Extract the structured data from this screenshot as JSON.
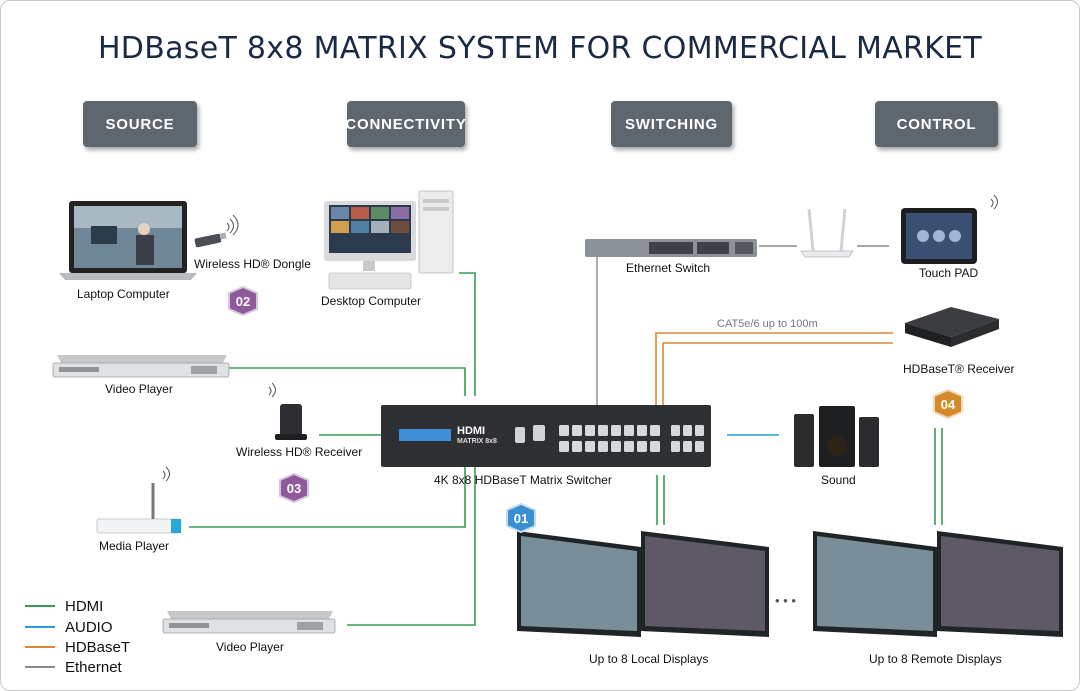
{
  "title": "HDBaseT 8x8 MATRIX SYSTEM FOR COMMERCIAL MARKET",
  "categories": [
    "SOURCE",
    "CONNECTIVITY",
    "SWITCHING",
    "CONTROL"
  ],
  "devices": {
    "laptop": "Laptop Computer",
    "dongle": "Wireless HD® Dongle",
    "desktop": "Desktop Computer",
    "video_player_1": "Video Player",
    "wireless_receiver": "Wireless HD® Receiver",
    "media_player": "Media Player",
    "video_player_2": "Video Player",
    "ethernet_switch": "Ethernet Switch",
    "touch_pad": "Touch PAD",
    "hdbaset_receiver": "HDBaseT® Receiver",
    "matrix_switcher": "4K 8x8 HDBaseT Matrix Switcher",
    "sound": "Sound",
    "local_displays": "Up to 8 Local Displays",
    "remote_displays": "Up to 8 Remote Displays"
  },
  "matrix_brand": "HDMI",
  "matrix_model": "MATRIX 8x8",
  "cable_note": "CAT5e/6 up to 100m",
  "badges": [
    "01",
    "02",
    "03",
    "04"
  ],
  "legend": [
    {
      "label": "HDMI",
      "color": "#3a9a55"
    },
    {
      "label": "AUDIO",
      "color": "#2a9bd0"
    },
    {
      "label": "HDBaseT",
      "color": "#d98a3a"
    },
    {
      "label": "Ethernet",
      "color": "#8a8a8a"
    }
  ],
  "ellipsis": "• • •",
  "colors": {
    "category_bg": "#5e666e",
    "badge_purple": "#8e5a9c",
    "badge_blue": "#3a8fd0",
    "badge_orange": "#d38a2a"
  }
}
